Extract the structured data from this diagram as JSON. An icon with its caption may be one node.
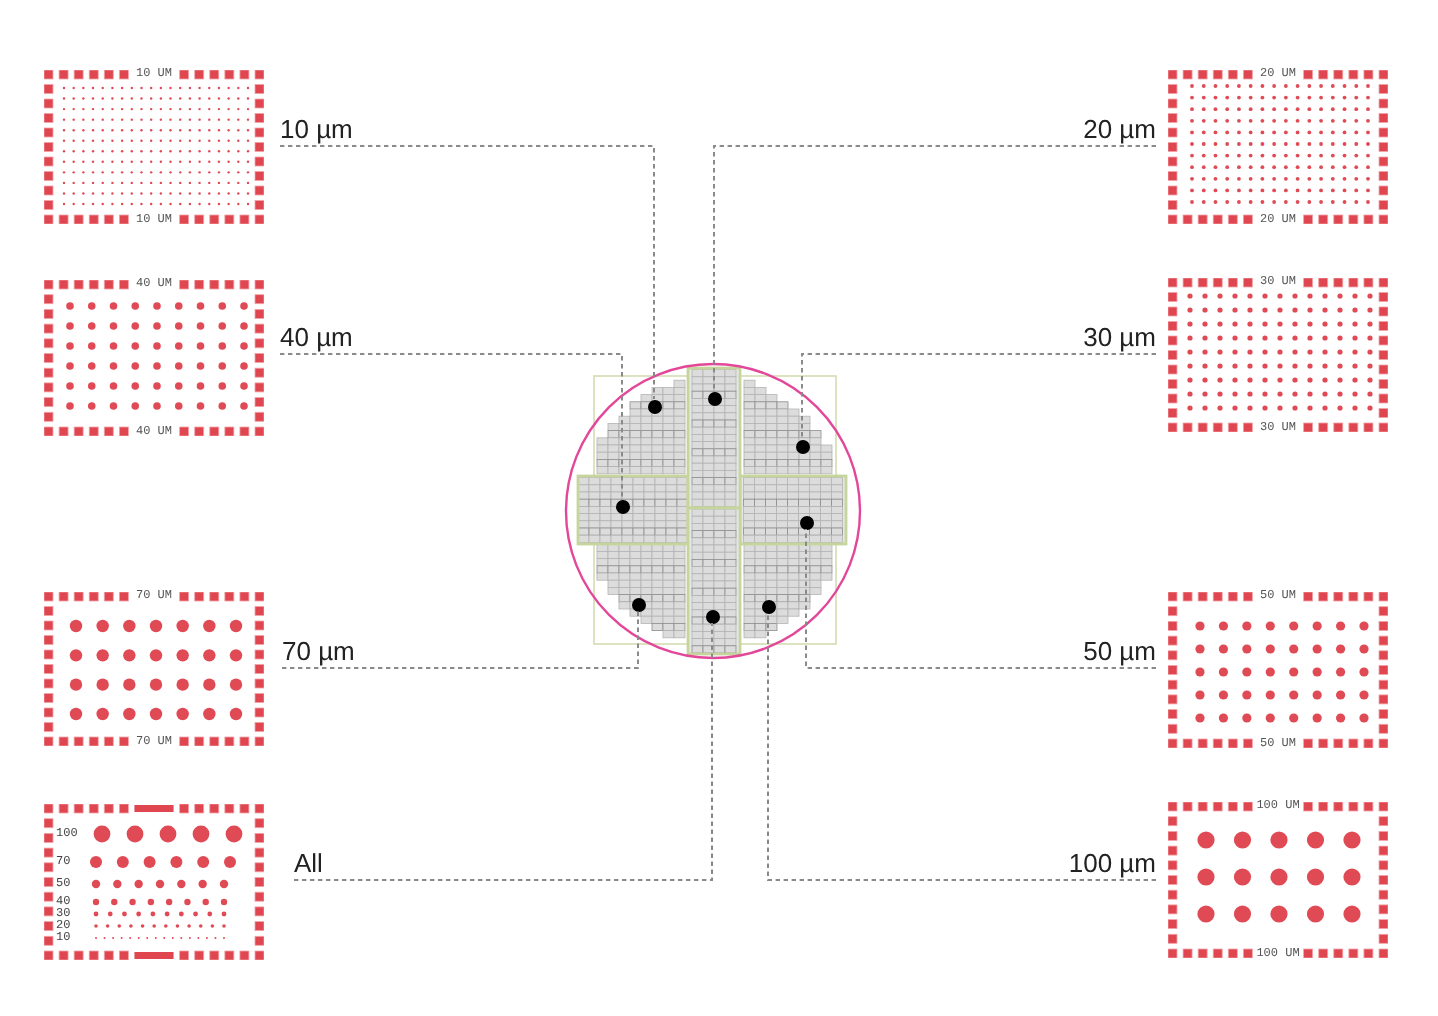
{
  "diagram": {
    "nodes": [
      {
        "text": [
          "10 UM",
          "10 UM"
        ]
      },
      {
        "text": [
          "10 µm"
        ]
      },
      {
        "text": [
          "20 µm"
        ]
      },
      {
        "text": [
          "20 UM",
          "20 UM"
        ]
      },
      {
        "text": [
          "40 UM",
          "40 UM"
        ]
      },
      {
        "text": [
          "40 µm"
        ]
      },
      {
        "text": [
          "30 µm"
        ]
      },
      {
        "text": [
          "30 UM",
          "30 UM"
        ]
      },
      {
        "text": [],
        "shape": "circle"
      },
      {
        "text": [],
        "shape": "circle",
        "in": 8
      },
      {
        "text": [],
        "shape": "circle",
        "in": 8
      },
      {
        "text": [],
        "shape": "circle",
        "in": 8
      },
      {
        "text": [],
        "shape": "circle",
        "in": 8
      },
      {
        "text": [],
        "shape": "circle",
        "in": 8
      },
      {
        "text": [],
        "shape": "circle",
        "in": 8
      },
      {
        "text": [],
        "shape": "circle",
        "in": 8
      },
      {
        "text": [],
        "shape": "circle",
        "in": 8
      },
      {
        "text": [
          "70 UM",
          "70 UM"
        ]
      },
      {
        "text": [
          "70 µm"
        ]
      },
      {
        "text": [
          "50 µm"
        ]
      },
      {
        "text": [
          "50 UM",
          "50 UM"
        ]
      },
      {
        "text": [
          "100",
          "70",
          "50",
          "40",
          "30",
          "20",
          "10"
        ]
      },
      {
        "text": [
          "All"
        ]
      },
      {
        "text": [
          "100 µm"
        ]
      },
      {
        "text": [
          "100 UM",
          "100 UM"
        ]
      }
    ],
    "edges": [
      {
        "from": 1,
        "to": 10,
        "arrow": "none",
        "style": "dashed"
      },
      {
        "from": 2,
        "to": 9,
        "arrow": "none",
        "style": "dashed"
      },
      {
        "from": 5,
        "to": 12,
        "arrow": "none",
        "style": "dashed"
      },
      {
        "from": 6,
        "to": 11,
        "arrow": "none",
        "style": "dashed"
      },
      {
        "from": 18,
        "to": 14,
        "arrow": "none",
        "style": "dashed"
      },
      {
        "from": 19,
        "to": 13,
        "arrow": "none",
        "style": "dashed"
      },
      {
        "from": 22,
        "to": 16,
        "arrow": "none",
        "style": "dashed"
      },
      {
        "from": 23,
        "to": 15,
        "arrow": "none",
        "style": "dashed"
      }
    ]
  }
}
